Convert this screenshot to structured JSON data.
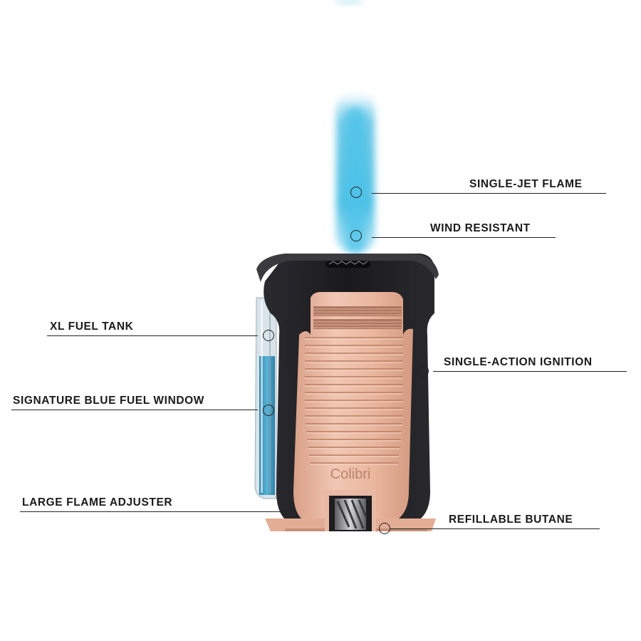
{
  "product": {
    "brand_logo": "Colibri"
  },
  "colors": {
    "flame": "#3fb8e0",
    "body": "#1f1f22",
    "copper": "#e8b49c",
    "fuel": "#3d9dc4"
  },
  "callouts": [
    {
      "id": "single-jet-flame",
      "label": "SINGLE-JET FLAME"
    },
    {
      "id": "wind-resistant",
      "label": "WIND RESISTANT"
    },
    {
      "id": "xl-fuel-tank",
      "label": "XL FUEL TANK"
    },
    {
      "id": "single-action-ignition",
      "label": "SINGLE-ACTION IGNITION"
    },
    {
      "id": "signature-blue-fuel-window",
      "label": "SIGNATURE BLUE FUEL WINDOW"
    },
    {
      "id": "large-flame-adjuster",
      "label": "LARGE FLAME ADJUSTER"
    },
    {
      "id": "refillable-butane",
      "label": "REFILLABLE BUTANE"
    }
  ]
}
